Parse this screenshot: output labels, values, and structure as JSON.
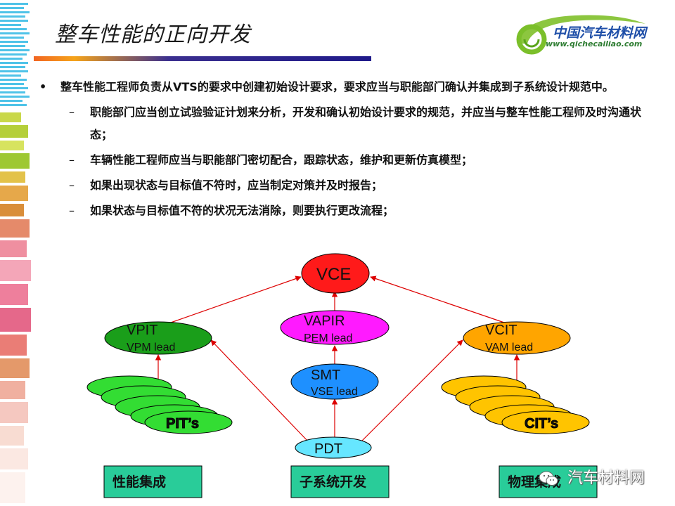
{
  "slide": {
    "title": "整车性能的正向开发",
    "logo": {
      "brand_text": "中国汽车材料网",
      "url_text": "www.qichecailiao.com"
    },
    "bullet_main": {
      "symbol": "•",
      "text": "整车性能工程师负责从VTS的要求中创建初始设计要求，要求应当与职能部门确认并集成到子系统设计规范中。"
    },
    "sub_bullets": [
      {
        "symbol": "–",
        "text": "职能部门应当创立试验验证计划来分析，开发和确认初始设计要求的规范，并应当与整车性能工程师及时沟通状态；"
      },
      {
        "symbol": "–",
        "text": "车辆性能工程师应当与职能部门密切配合，跟踪状态，维护和更新仿真模型；"
      },
      {
        "symbol": "–",
        "text": "如果出现状态与目标值不符时，应当制定对策并及时报告；"
      },
      {
        "symbol": "–",
        "text": "如果状态与目标值不符的状况无法消除，则要执行更改流程；"
      }
    ],
    "diagram": {
      "vce": {
        "label": "VCE"
      },
      "vpit": {
        "label": "VPIT",
        "sub": "VPM lead"
      },
      "vapir": {
        "label": "VAPIR",
        "sub": "PEM lead"
      },
      "vcit": {
        "label": "VCIT",
        "sub": "VAM lead"
      },
      "smt": {
        "label": "SMT",
        "sub": "VSE lead"
      },
      "pdt": {
        "label": "PDT"
      },
      "pits": {
        "label": "PIT’s"
      },
      "cits": {
        "label": "CIT’s"
      },
      "boxes": {
        "left": "性能集成",
        "center": "子系统开发",
        "right": "物理集成"
      }
    },
    "watermark": "汽车材料网",
    "colors": {
      "vce": "#ff1a1a",
      "vpit": "#1a9e1a",
      "vapir": "#ff1aff",
      "vcit": "#ffa500",
      "smt": "#1e90ff",
      "pdt": "#66e6ff",
      "pits": "#33dd33",
      "cits": "#ffc400",
      "box_fill": "#29cc99",
      "arrow": "#dd0000"
    }
  }
}
